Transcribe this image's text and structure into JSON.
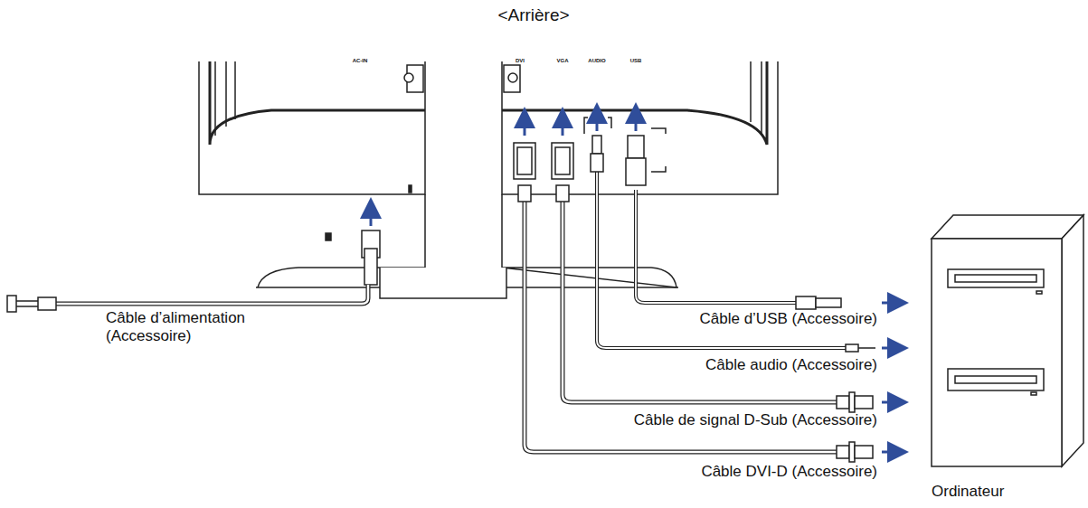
{
  "diagram": {
    "title": "<Arrière>",
    "nodes": [
      {
        "text": [
          "Ordinateur"
        ]
      }
    ],
    "labels": [
      "AC-IN",
      "DVI",
      "VGA",
      "AUDIO",
      "USB",
      "Câble d’alimentation (Accessoire)",
      "Câble d’USB (Accessoire)",
      "Câble audio (Accessoire)",
      "Câble de signal D-Sub (Accessoire)",
      "Câble DVI-D (Accessoire)"
    ]
  }
}
